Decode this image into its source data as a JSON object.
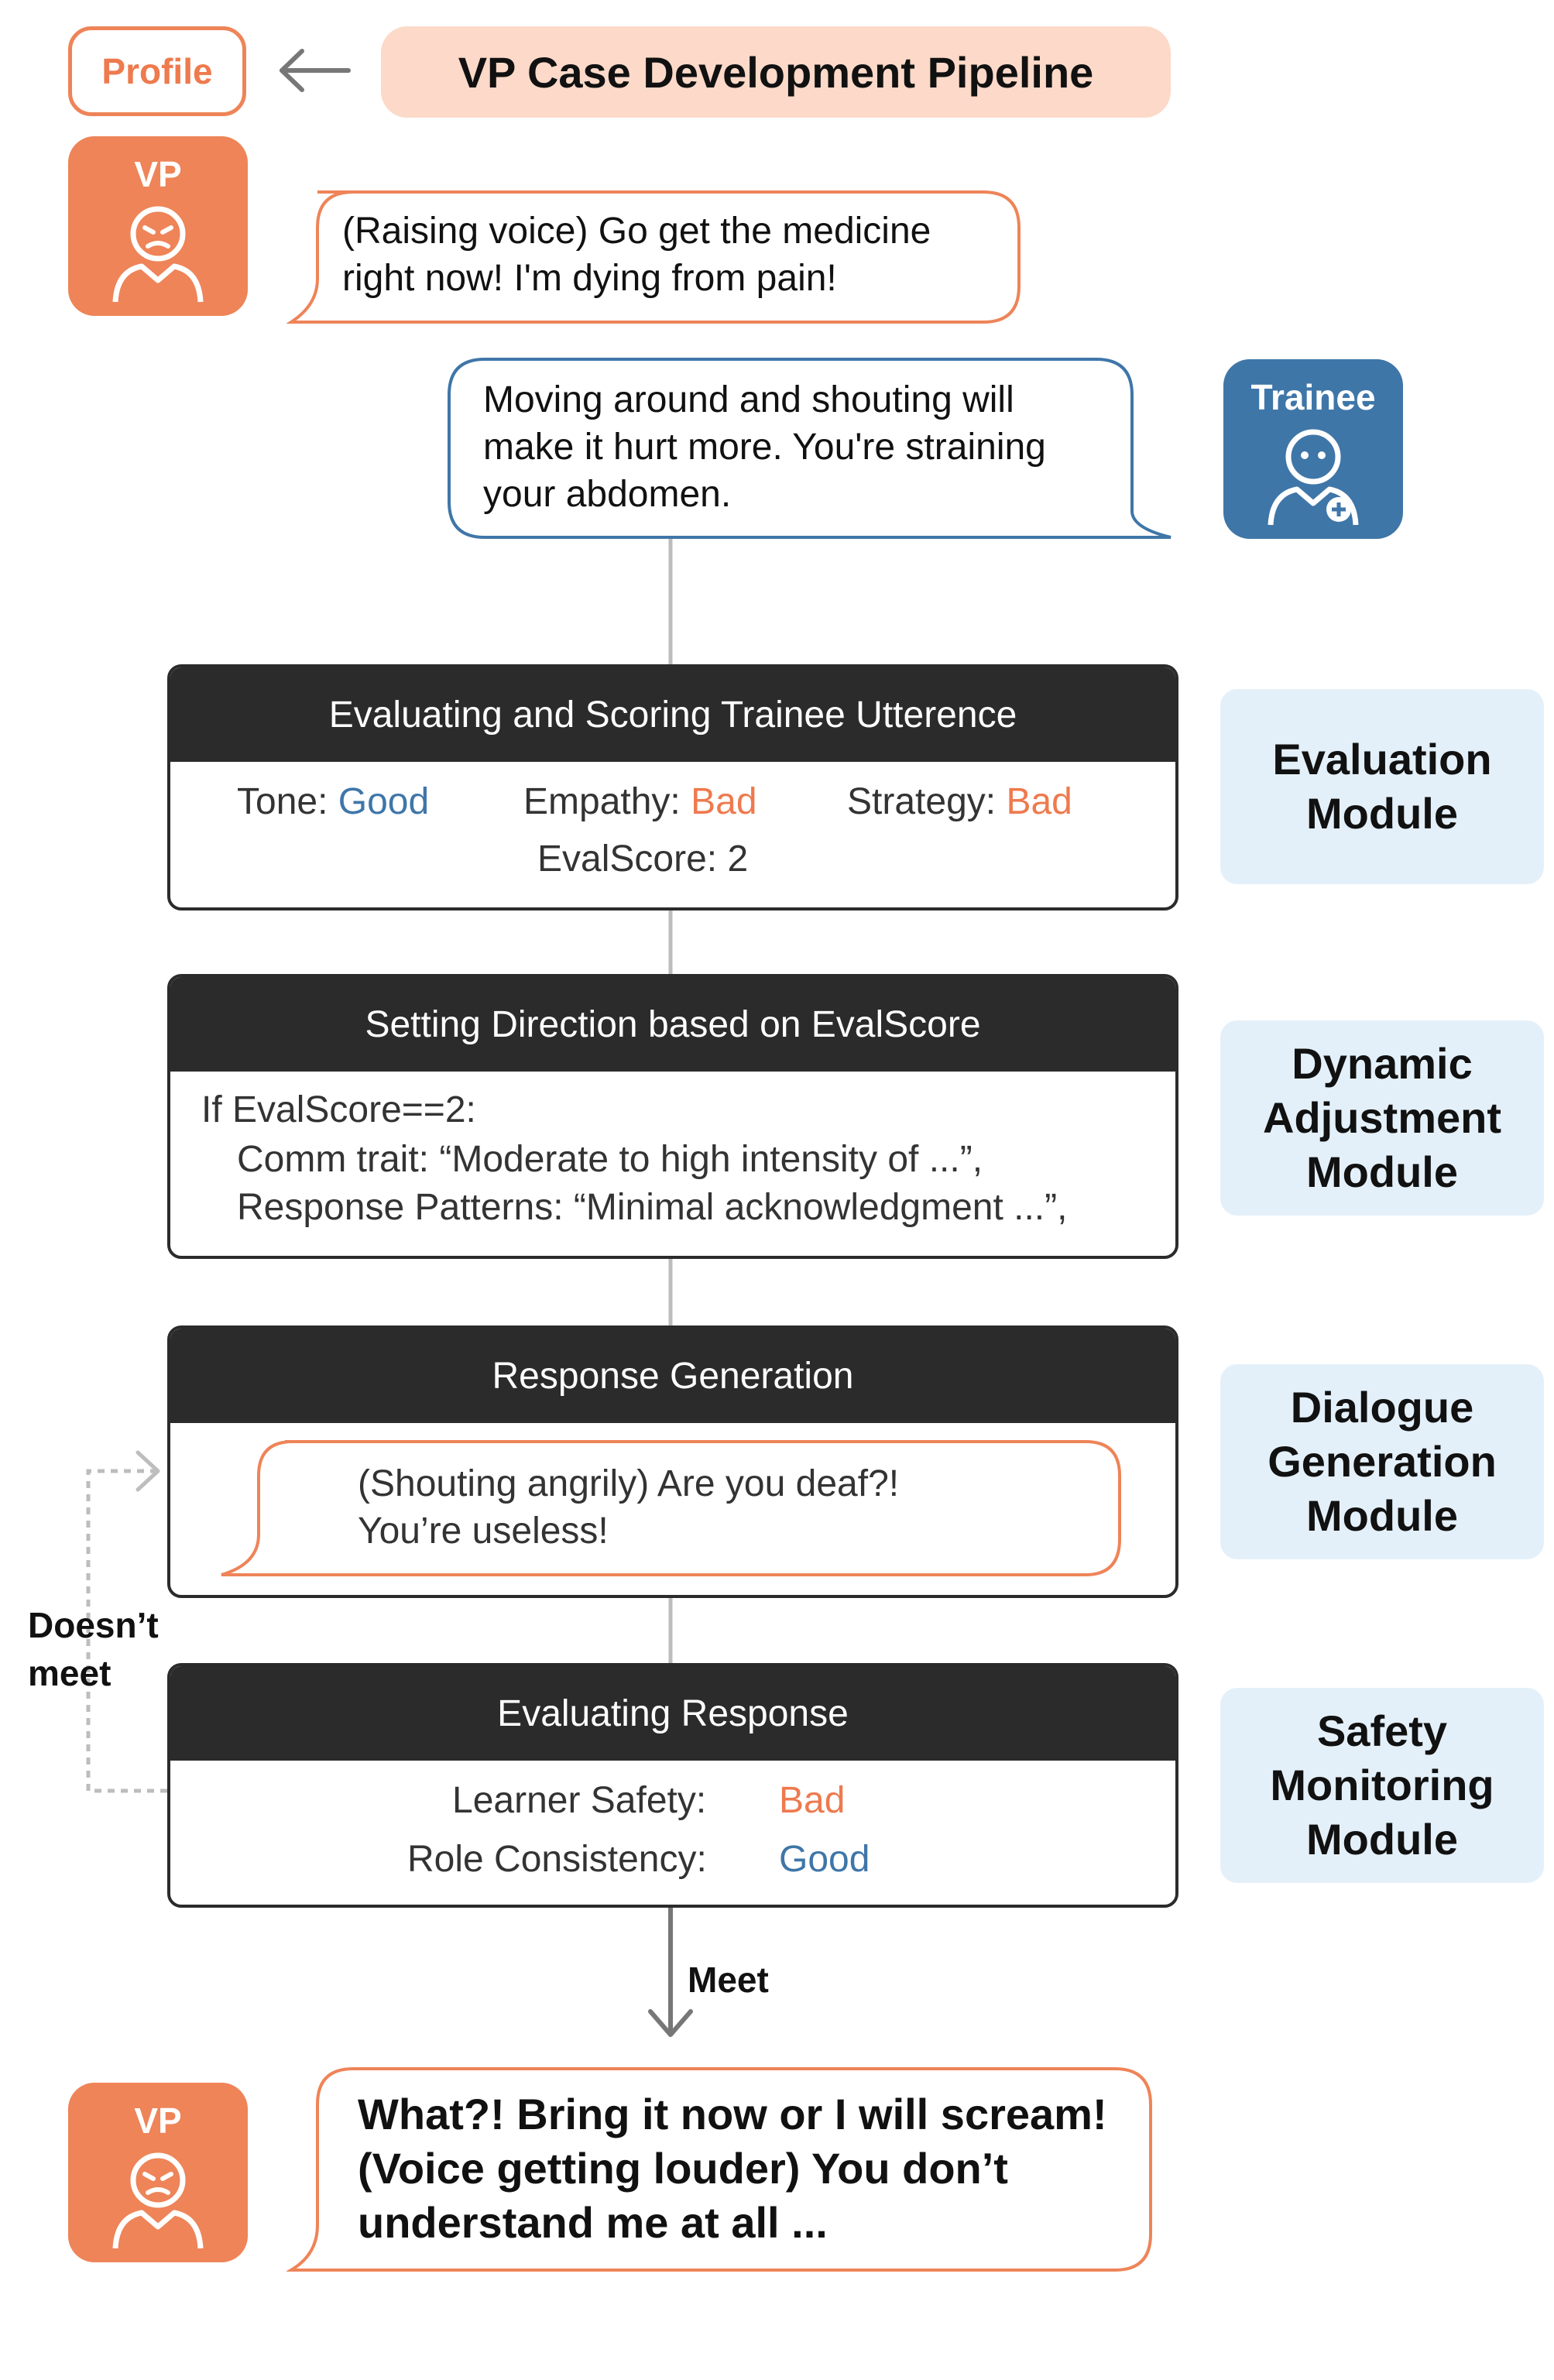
{
  "header": {
    "profile_label": "Profile",
    "pipeline_title": "VP Case Development Pipeline"
  },
  "avatars": {
    "vp_label": "VP",
    "trainee_label": "Trainee"
  },
  "dialogue": {
    "vp_line_1": [
      "(Raising voice) Go get the medicine",
      "right now! I'm dying from pain!"
    ],
    "trainee_line": [
      "Moving around and shouting will",
      "make it hurt more. You're straining",
      "your abdomen."
    ],
    "vp_final": [
      "What?! Bring it now or I will scream!",
      "(Voice getting louder) You don’t",
      "understand me at all ..."
    ]
  },
  "evaluation": {
    "title": "Evaluating and Scoring Trainee Utterence",
    "tone_label": "Tone:",
    "tone_value": "Good",
    "empathy_label": "Empathy:",
    "empathy_value": "Bad",
    "strategy_label": "Strategy:",
    "strategy_value": "Bad",
    "evalscore_label": "EvalScore:",
    "evalscore_value": "2"
  },
  "direction": {
    "title": "Setting Direction based on EvalScore",
    "condition": "If EvalScore==2:",
    "comm_trait": "Comm trait: “Moderate to high intensity of ...”,",
    "response_patterns": "Response Patterns: “Minimal acknowledgment ...”,"
  },
  "generation": {
    "title": "Response Generation",
    "response": [
      "(Shouting angrily) Are you deaf?!",
      "You’re useless!"
    ]
  },
  "safety": {
    "title": "Evaluating Response",
    "learner_safety_label": "Learner Safety:",
    "learner_safety_value": "Bad",
    "role_consistency_label": "Role Consistency:",
    "role_consistency_value": "Good"
  },
  "modules": {
    "evaluation": [
      "Evaluation",
      "Module"
    ],
    "dynamic": [
      "Dynamic",
      "Adjustment",
      "Module"
    ],
    "dialogue": [
      "Dialogue",
      "Generation",
      "Module"
    ],
    "safety": [
      "Safety",
      "Monitoring",
      "Module"
    ]
  },
  "flow": {
    "doesnt_meet": [
      "Doesn’t",
      "meet"
    ],
    "meet": "Meet"
  },
  "colors": {
    "vp_orange": "#EE8458",
    "trainee_blue": "#3F76A8",
    "good_blue": "#3F76A8",
    "bad_orange": "#EE7A4E",
    "module_label_bg": "#E4F0F9",
    "title_bg": "#FCD9C8",
    "header_dark": "#2b2b2b"
  },
  "icons": [
    "arrow-left-icon",
    "angry-patient-icon",
    "nurse-icon",
    "arrow-down-icon"
  ]
}
